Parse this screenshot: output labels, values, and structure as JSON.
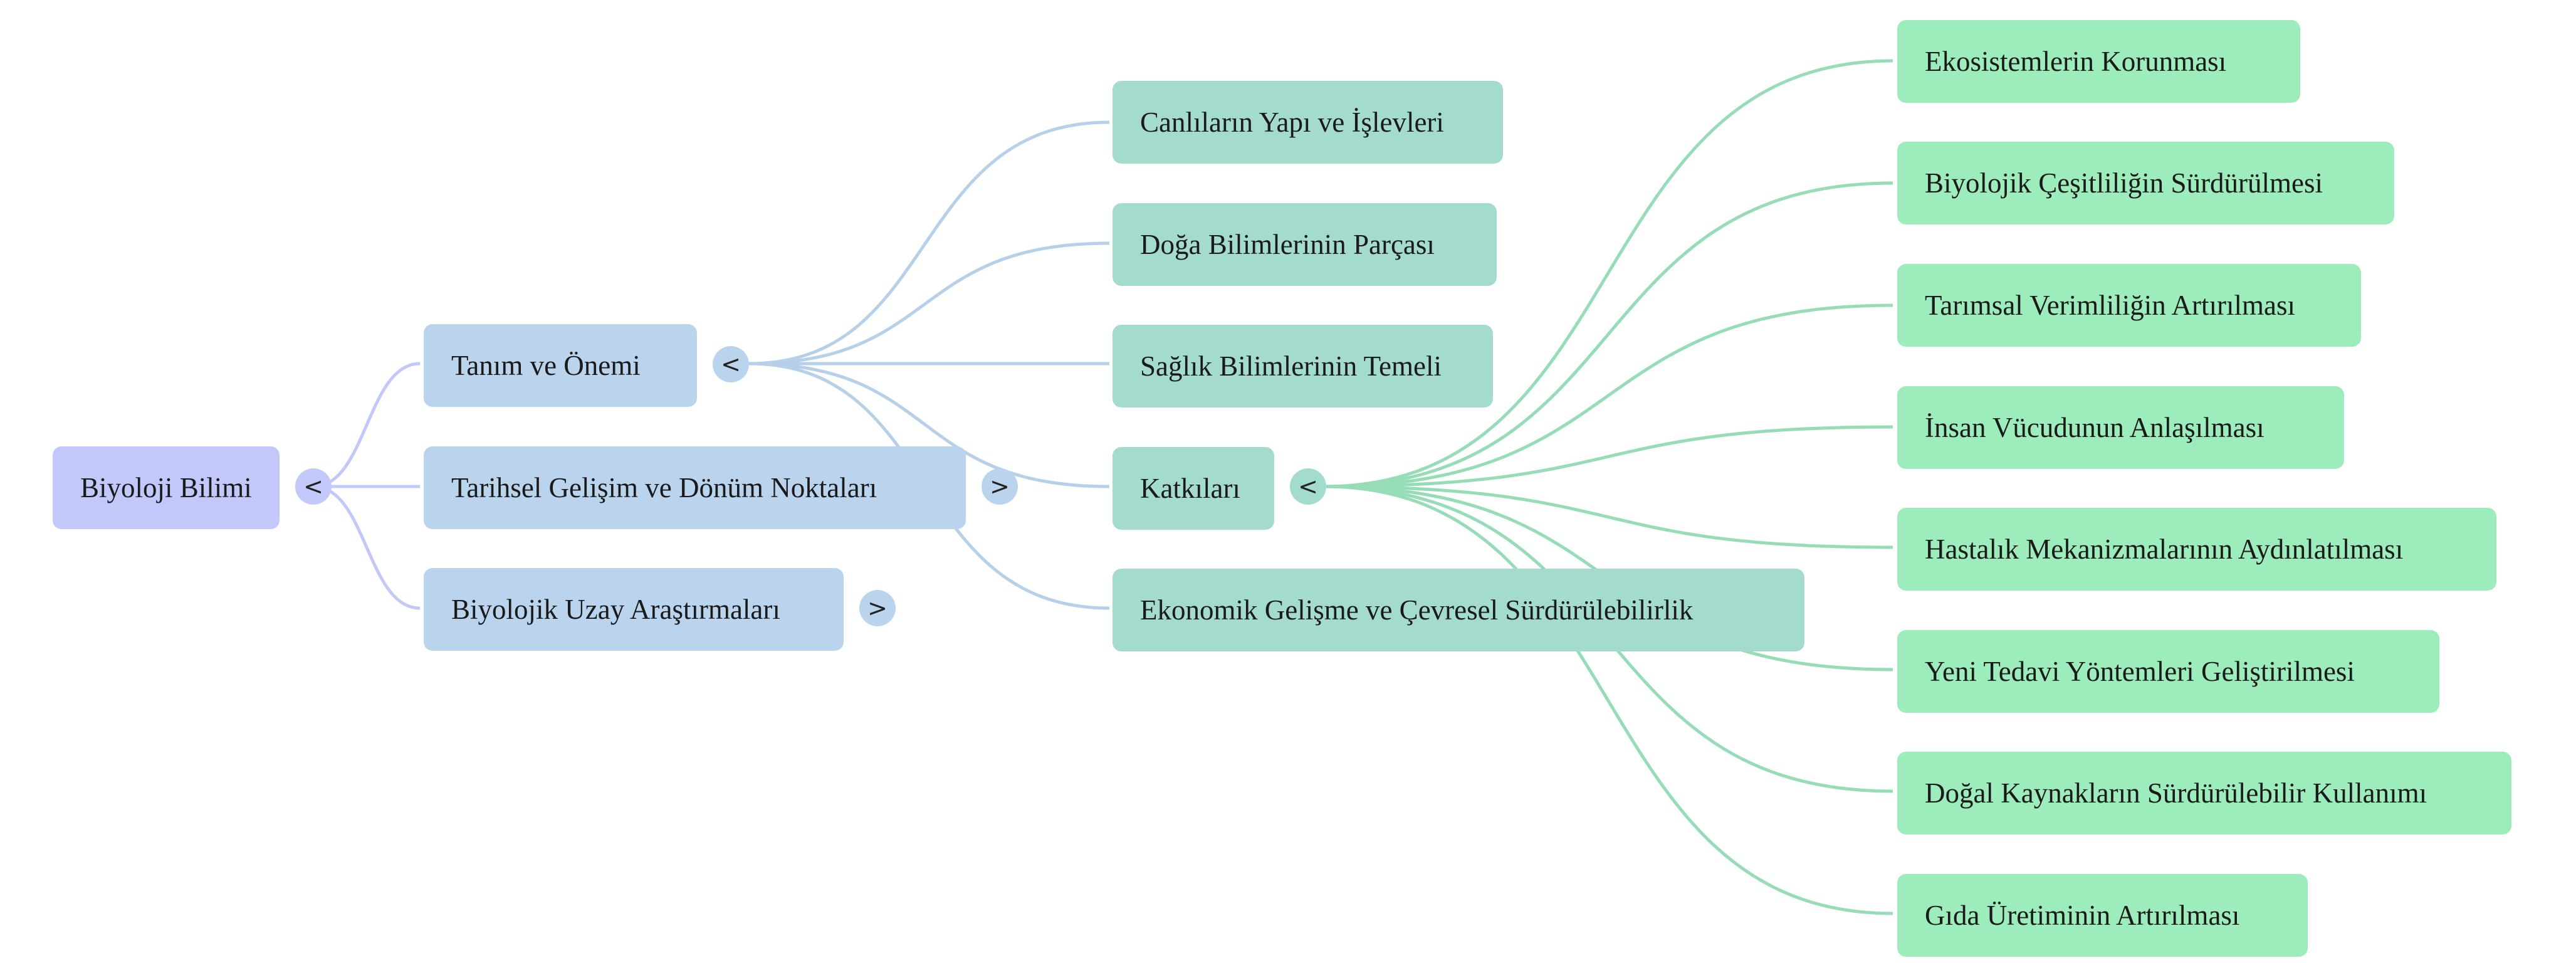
{
  "root": {
    "label": "Biyoloji Bilimi",
    "toggle": "<"
  },
  "branches": [
    {
      "label": "Tanım ve Önemi",
      "toggle": "<"
    },
    {
      "label": "Tarihsel Gelişim ve Dönüm Noktaları",
      "toggle": ">"
    },
    {
      "label": "Biyolojik Uzay Araştırmaları",
      "toggle": ">"
    }
  ],
  "definition_children": [
    {
      "label": "Canlıların Yapı ve İşlevleri"
    },
    {
      "label": "Doğa Bilimlerinin Parçası"
    },
    {
      "label": "Sağlık Bilimlerinin Temeli"
    },
    {
      "label": "Katkıları",
      "toggle": "<"
    },
    {
      "label": "Ekonomik Gelişme ve Çevresel Sürdürülebilirlik"
    }
  ],
  "contributions": [
    {
      "label": "Ekosistemlerin Korunması"
    },
    {
      "label": "Biyolojik Çeşitliliğin Sürdürülmesi"
    },
    {
      "label": "Tarımsal Verimliliğin Artırılması"
    },
    {
      "label": "İnsan Vücudunun Anlaşılması"
    },
    {
      "label": "Hastalık Mekanizmalarının Aydınlatılması"
    },
    {
      "label": "Yeni Tedavi Yöntemleri Geliştirilmesi"
    },
    {
      "label": "Doğal Kaynakların Sürdürülebilir Kullanımı"
    },
    {
      "label": "Gıda Üretiminin Artırılması"
    }
  ],
  "colors": {
    "root": "#c2c8fa",
    "level1": "#bad4ee",
    "level2": "#a3dccf",
    "level3": "#9cecbc",
    "edge_root": "#c2c8fa",
    "edge_level1": "#b6d0ea",
    "edge_level2": "#96dcb6"
  }
}
